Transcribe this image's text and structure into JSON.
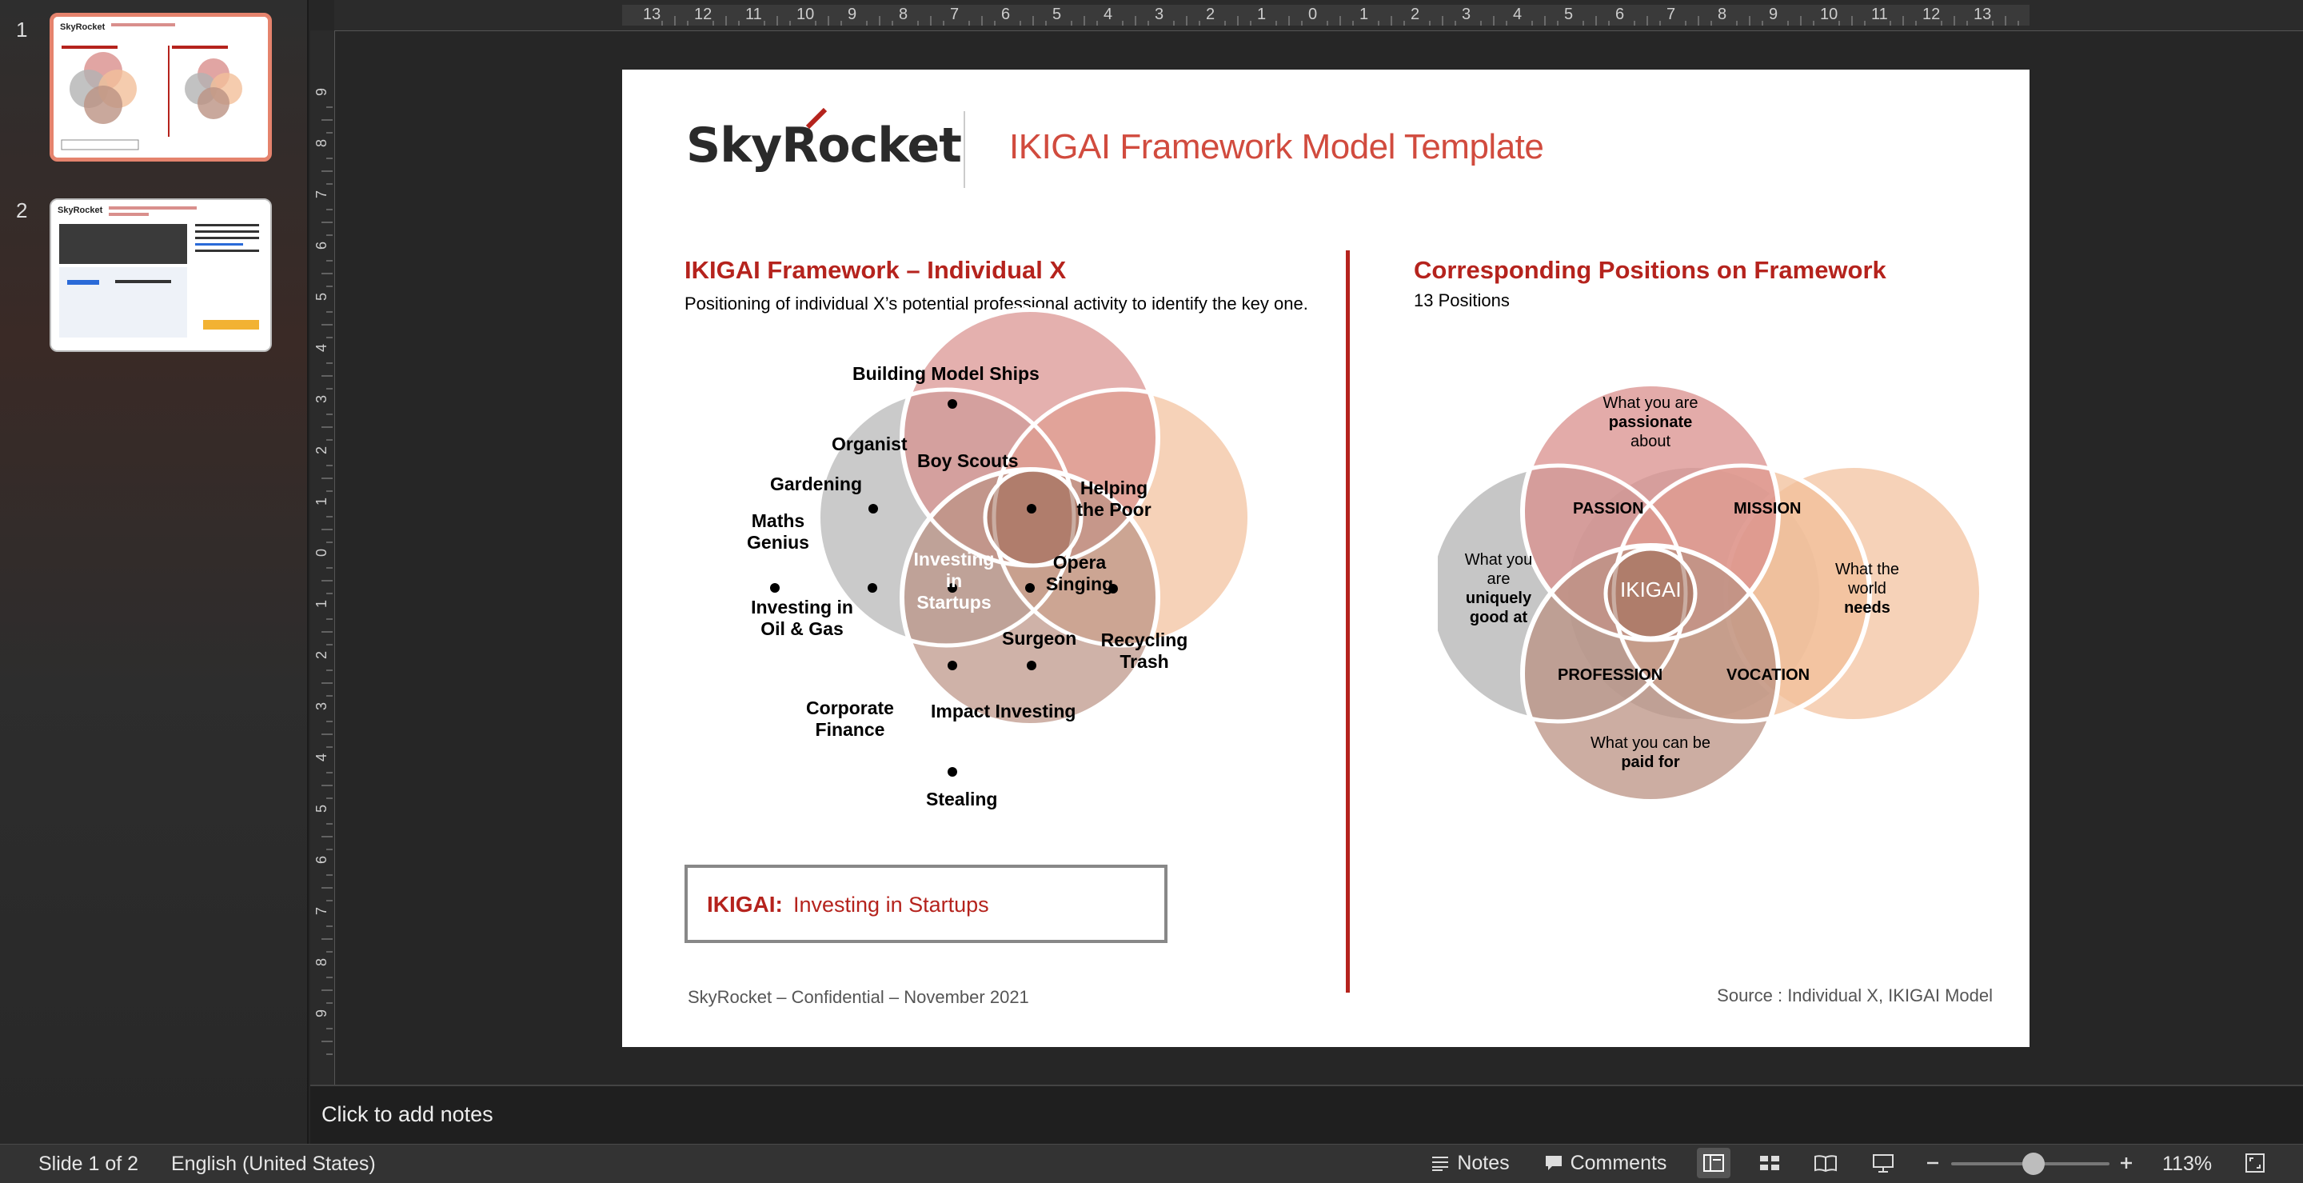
{
  "thumbnails": [
    {
      "number": "1",
      "selected": true
    },
    {
      "number": "2",
      "selected": false
    }
  ],
  "ruler": {
    "top_ticks": [
      "13",
      "12",
      "11",
      "10",
      "9",
      "8",
      "7",
      "6",
      "5",
      "4",
      "3",
      "2",
      "1",
      "0",
      "1",
      "2",
      "3",
      "4",
      "5",
      "6",
      "7",
      "8",
      "9",
      "10",
      "11",
      "12",
      "13"
    ],
    "left_ticks": [
      "9",
      "8",
      "7",
      "6",
      "5",
      "4",
      "3",
      "2",
      "1",
      "0",
      "1",
      "2",
      "3",
      "4",
      "5",
      "6",
      "7",
      "8",
      "9"
    ]
  },
  "slide": {
    "logo": {
      "part1": "Sky",
      "part2": "Rocket"
    },
    "title": "IKIGAI Framework Model Template",
    "left_heading": "IKIGAI Framework – Individual X",
    "left_subheading": "Positioning of individual X’s potential professional activity to identify the key one.",
    "right_heading": "Corresponding Positions on Framework",
    "right_subheading": "13 Positions",
    "left_diagram_labels": {
      "building_model_ships": "Building Model Ships",
      "organist": "Organist",
      "boy_scouts": "Boy Scouts",
      "gardening": "Gardening",
      "helping_poor_1": "Helping",
      "helping_poor_2": "the Poor",
      "maths_1": "Maths",
      "maths_2": "Genius",
      "investing_startups_1": "Investing",
      "investing_startups_2": "in",
      "investing_startups_3": "Startups",
      "opera_1": "Opera",
      "opera_2": "Singing",
      "oil_gas_1": "Investing in",
      "oil_gas_2": "Oil & Gas",
      "surgeon": "Surgeon",
      "recycling_1": "Recycling",
      "recycling_2": "Trash",
      "corporate_1": "Corporate",
      "corporate_2": "Finance",
      "impact": "Impact Investing",
      "stealing": "Stealing"
    },
    "right_diagram_labels": {
      "passion_top_1": "What you are",
      "passion_top_2": "passionate",
      "passion_top_3": "about",
      "good_at_1": "What you",
      "good_at_2": "are",
      "good_at_3": "uniquely",
      "good_at_4": "good at",
      "world_1": "What the",
      "world_2": "world",
      "world_3": "needs",
      "paid_1": "What you can be",
      "paid_2": "paid for",
      "passion": "PASSION",
      "mission": "MISSION",
      "ikigai": "IKIGAI",
      "profession": "PROFESSION",
      "vocation": "VOCATION"
    },
    "ikigai_box_label": "IKIGAI:",
    "ikigai_box_value": "Investing in Startups",
    "footer_left": "SkyRocket – Confidential – November 2021",
    "footer_right": "Source : Individual X, IKIGAI Model",
    "colors": {
      "accent_red": "#b5231d",
      "title_red": "#d14b3e",
      "circle_top": "#d98f8c",
      "circle_left": "#b3b3b3",
      "circle_right": "#f2bf9a",
      "circle_bottom": "#bb9283"
    }
  },
  "notes_placeholder": "Click to add notes",
  "status": {
    "slide_counter": "Slide 1 of 2",
    "language": "English (United States)",
    "notes_label": "Notes",
    "comments_label": "Comments",
    "zoom": "113%",
    "zoom_level_fraction": 0.52,
    "icons": [
      "notes-icon",
      "comments-icon",
      "normal-view-icon",
      "slide-sorter-icon",
      "reading-view-icon",
      "slideshow-icon",
      "zoom-out-icon",
      "zoom-in-icon",
      "fit-slide-icon"
    ]
  }
}
